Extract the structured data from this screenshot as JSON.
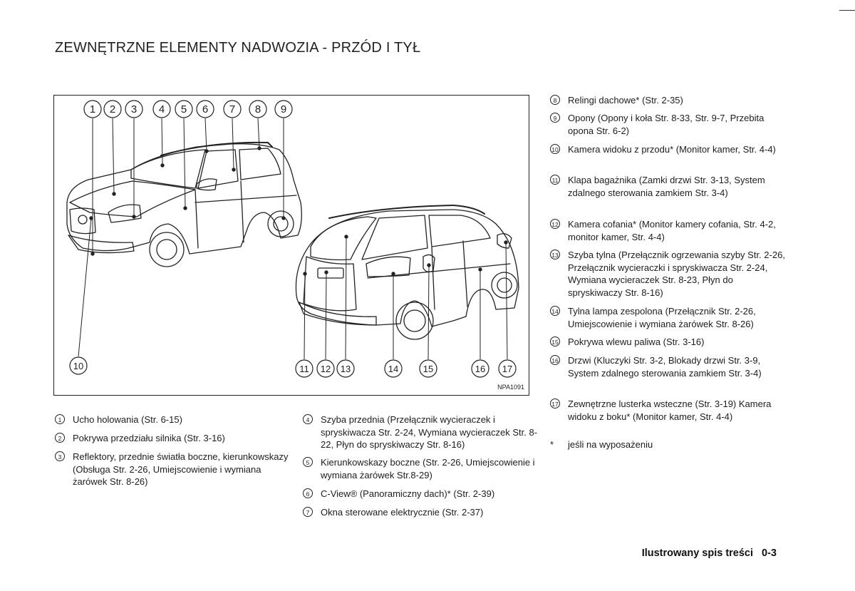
{
  "page": {
    "title": "ZEWNĘTRZNE ELEMENTY NADWOZIA - PRZÓD I TYŁ",
    "figure_code": "NPA1091",
    "footer_section": "Ilustrowany spis treści",
    "footer_page": "0-3"
  },
  "figure": {
    "callouts": [
      "1",
      "2",
      "3",
      "4",
      "5",
      "6",
      "7",
      "8",
      "9",
      "10",
      "11",
      "12",
      "13",
      "14",
      "15",
      "16",
      "17"
    ]
  },
  "items": [
    {
      "num": "1",
      "text": "Ucho holowania (Str. 6-15)"
    },
    {
      "num": "2",
      "text": "Pokrywa przedziału silnika (Str. 3-16)"
    },
    {
      "num": "3",
      "text": "Reflektory, przednie światła boczne, kierunkowskazy (Obsługa Str. 2-26, Umiejscowienie i wymiana żarówek Str. 8-26)"
    },
    {
      "num": "4",
      "text": "Szyba przednia (Przełącznik wycieraczek i spryskiwacza Str. 2-24, Wymiana wycieraczek Str. 8-22, Płyn do spryskiwaczy Str. 8-16)"
    },
    {
      "num": "5",
      "text": "Kierunkowskazy boczne (Str. 2-26, Umiejscowienie i wymiana żarówek Str.8-29)"
    },
    {
      "num": "6",
      "text": "C-View® (Panoramiczny dach)* (Str. 2-39)"
    },
    {
      "num": "7",
      "text": "Okna sterowane elektrycznie (Str. 2-37)"
    },
    {
      "num": "8",
      "text": "Relingi dachowe* (Str. 2-35)"
    },
    {
      "num": "9",
      "text": "Opony (Opony i koła Str. 8-33, Str. 9-7, Przebita opona Str. 6-2)"
    },
    {
      "num": "10",
      "text": "Kamera widoku z przodu* (Monitor kamer, Str. 4-4)"
    },
    {
      "num": "11",
      "text": "Klapa bagażnika (Zamki drzwi Str. 3-13, System zdalnego sterowania zamkiem Str. 3-4)"
    },
    {
      "num": "12",
      "text": "Kamera cofania* (Monitor kamery cofania, Str. 4-2, monitor kamer, Str. 4-4)"
    },
    {
      "num": "13",
      "text": "Szyba tylna (Przełącznik ogrzewania szyby Str. 2-26, Przełącznik wycieraczki i spryskiwacza Str. 2-24, Wymiana wycieraczek Str. 8-23, Płyn do spryskiwaczy Str. 8-16)"
    },
    {
      "num": "14",
      "text": "Tylna lampa zespolona (Przełącznik Str. 2-26, Umiejscowienie i wymiana żarówek Str. 8-26)"
    },
    {
      "num": "15",
      "text": "Pokrywa wlewu paliwa (Str. 3-16)"
    },
    {
      "num": "16",
      "text": "Drzwi (Kluczyki Str. 3-2, Blokady drzwi Str. 3-9, System zdalnego sterowania zamkiem Str. 3-4)"
    },
    {
      "num": "17",
      "text": "Zewnętrzne lusterka wsteczne (Str. 3-19) Kamera widoku z boku* (Monitor kamer, Str. 4-4)"
    }
  ],
  "footnote": {
    "mark": "*",
    "text": "jeśli na wyposażeniu"
  }
}
